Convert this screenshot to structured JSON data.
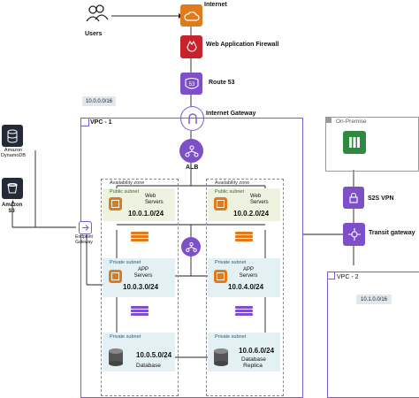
{
  "labels": {
    "internet": "Internet",
    "users": "Users",
    "waf": "Web Application Firewall",
    "route53": "Route 53",
    "internet_gateway": "Internet Gateway",
    "vpc1_cidr": "10.0.0.0/16",
    "vpc1": "VPC - 1",
    "alb": "ALB",
    "dynamodb": "Amazon DynamoDB",
    "s3": "Amazon S3",
    "endpoint_gateway": "Endpoint Gateway",
    "az1": "Availability zone",
    "az2": "Availability zone",
    "public_subnet": "Public subnet",
    "private_subnet": "Private subnet",
    "web_servers": "Web Servers",
    "app_servers": "APP Servers",
    "database": "Database",
    "database_replica": "Database Replica",
    "cidr_web1": "10.0.1.0/24",
    "cidr_web2": "10.0.2.0/24",
    "cidr_app1": "10.0.3.0/24",
    "cidr_app2": "10.0.4.0/24",
    "cidr_db1": "10.0.5.0/24",
    "cidr_db2": "10.0.6.0/24",
    "on_premise": "On-Premise",
    "s2s_vpn": "S2S VPN",
    "transit_gateway": "Transit gateway",
    "vpc2": "VPC - 2",
    "vpc2_cidr": "10.1.0.0/16"
  },
  "colors": {
    "aws_orange": "#e07a1b",
    "aws_red": "#c8232c",
    "aws_purple": "#7d4fc9",
    "aws_green": "#2e8a3e",
    "vpc_border": "#7b5bd6",
    "public_subnet_bg": "#eef3df",
    "private_subnet_bg": "#e3f1f5"
  }
}
